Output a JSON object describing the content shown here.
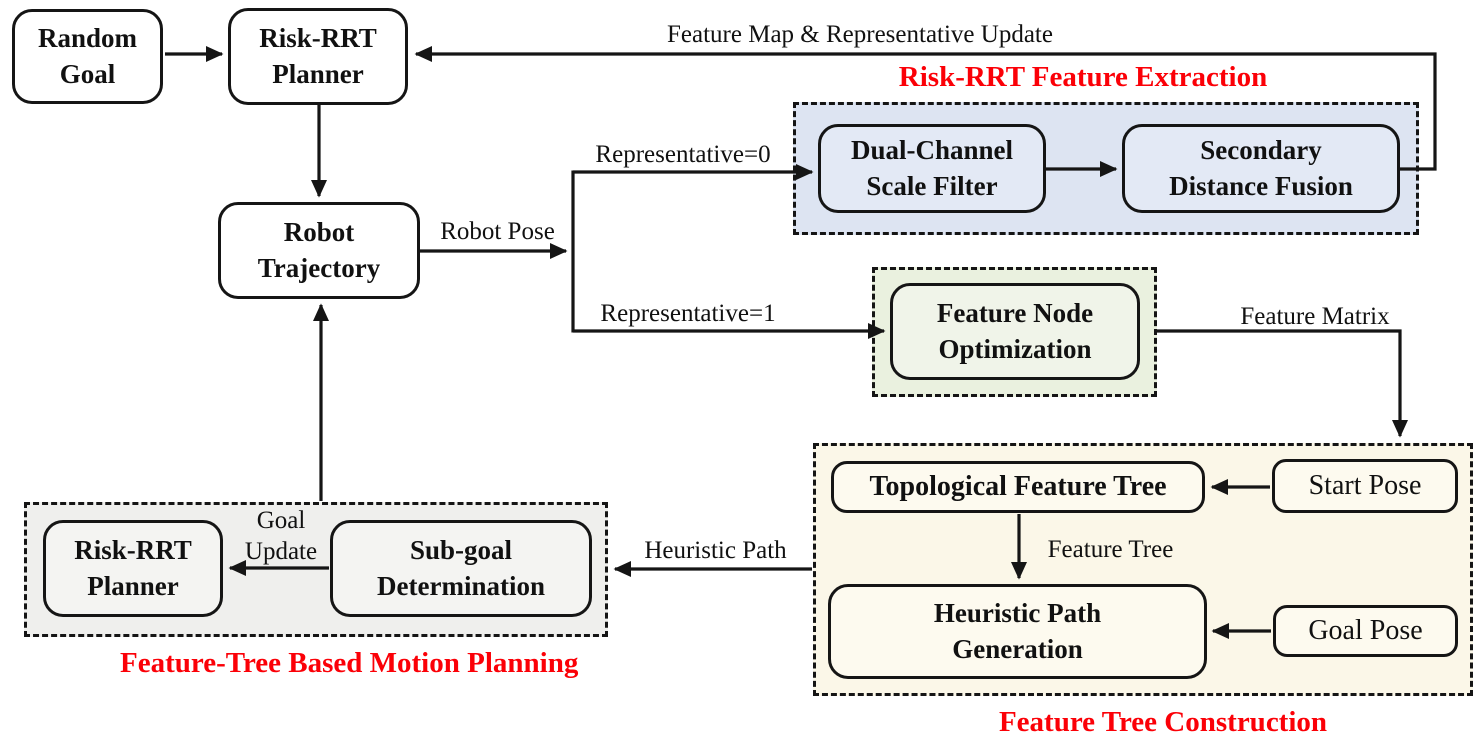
{
  "diagram": {
    "nodes": {
      "random_goal": {
        "label": "Random\nGoal"
      },
      "risk_rrt_planner_top": {
        "label": "Risk-RRT\nPlanner"
      },
      "robot_trajectory": {
        "label": "Robot\nTrajectory"
      },
      "dual_channel_scale_filter": {
        "label": "Dual-Channel\nScale Filter"
      },
      "secondary_distance_fusion": {
        "label": "Secondary\nDistance Fusion"
      },
      "feature_node_optimization": {
        "label": "Feature Node\nOptimization"
      },
      "topological_feature_tree": {
        "label": "Topological Feature Tree"
      },
      "start_pose": {
        "label": "Start Pose"
      },
      "heuristic_path_generation": {
        "label": "Heuristic Path\nGeneration"
      },
      "goal_pose": {
        "label": "Goal Pose"
      },
      "risk_rrt_planner_bottom": {
        "label": "Risk-RRT\nPlanner"
      },
      "subgoal_determination": {
        "label": "Sub-goal\nDetermination"
      }
    },
    "section_titles": {
      "feature_extraction": "Risk-RRT Feature Extraction",
      "tree_construction": "Feature Tree Construction",
      "motion_planning": "Feature-Tree Based Motion Planning"
    },
    "edge_labels": {
      "feature_map_update": "Feature Map & Representative Update",
      "robot_pose": "Robot Pose",
      "representative_0": "Representative=0",
      "representative_1": "Representative=1",
      "feature_matrix": "Feature Matrix",
      "feature_tree": "Feature Tree",
      "heuristic_path": "Heuristic Path",
      "goal_update": "Goal\nUpdate"
    },
    "colors": {
      "accent_red": "#fb0007",
      "line_black": "#151515",
      "section_blue_fill": "#dde4f2",
      "section_green_fill": "#eaf1df",
      "section_cream_fill": "#fbf7e8",
      "section_gray_fill": "#efefed",
      "node_fill": "#ffffff"
    }
  }
}
